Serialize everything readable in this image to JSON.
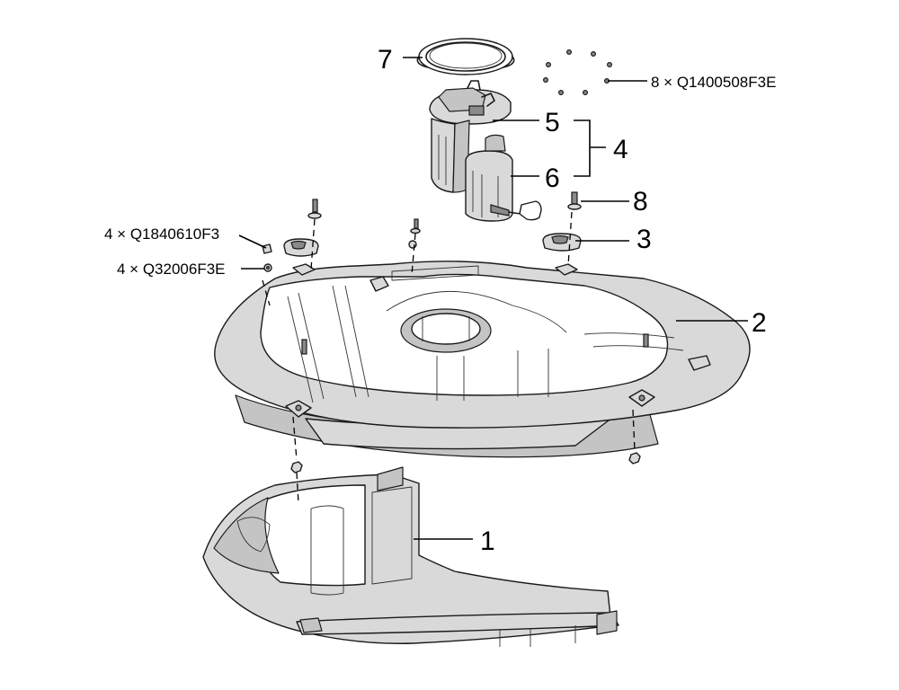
{
  "callouts": {
    "c7": "7",
    "c5": "5",
    "c4": "4",
    "c6": "6",
    "c8": "8",
    "c3": "3",
    "c2": "2",
    "c1": "1"
  },
  "part_numbers": {
    "screw_qty": "8 × Q1400508F3E",
    "bolt_qty": "4 × Q1840610F3",
    "nut_qty": "4 × Q32006F3E"
  }
}
